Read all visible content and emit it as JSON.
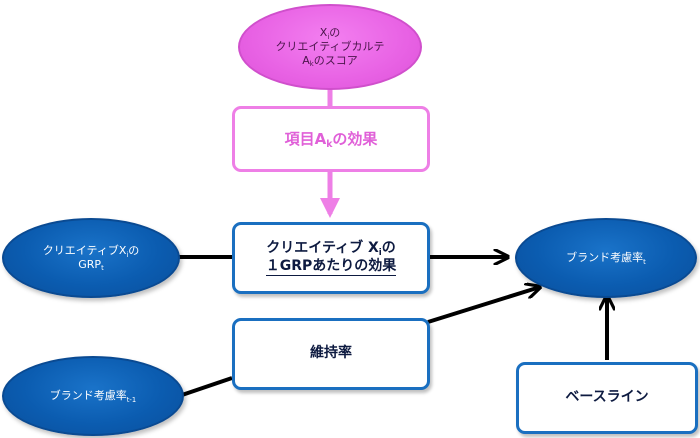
{
  "pink_ellipse": {
    "line1_x": "X",
    "line1_sub": "i",
    "line1_suffix": "の",
    "line2": "クリエイティブカルテ",
    "line3_a": "A",
    "line3_sub": "k",
    "line3_suffix": "のスコア"
  },
  "effect_box": {
    "prefix": "項目A",
    "sub": "k",
    "suffix": "の効果"
  },
  "grp_ellipse": {
    "line1_prefix": "クリエイティブX",
    "line1_sub": "i",
    "line1_suffix": "の",
    "line2_prefix": "GRP",
    "line2_sub": "t"
  },
  "center_box": {
    "line1_prefix": "クリエイティブ X",
    "line1_sub": "i",
    "line1_suffix": "の",
    "line2": "１GRPあたりの効果"
  },
  "brand_t_ellipse": {
    "prefix": "ブランド考慮率",
    "sub": "t"
  },
  "retention_box": {
    "label": "維持率"
  },
  "brand_t1_ellipse": {
    "prefix": "ブランド考慮率",
    "sub": "t-1"
  },
  "baseline_box": {
    "label": "ベースライン"
  },
  "colors": {
    "blue": "#0b5cb0",
    "pink": "#e862e4",
    "box_border_blue": "#1a6fc0",
    "box_border_pink": "#ee7fe6",
    "arrow": "#000000"
  }
}
